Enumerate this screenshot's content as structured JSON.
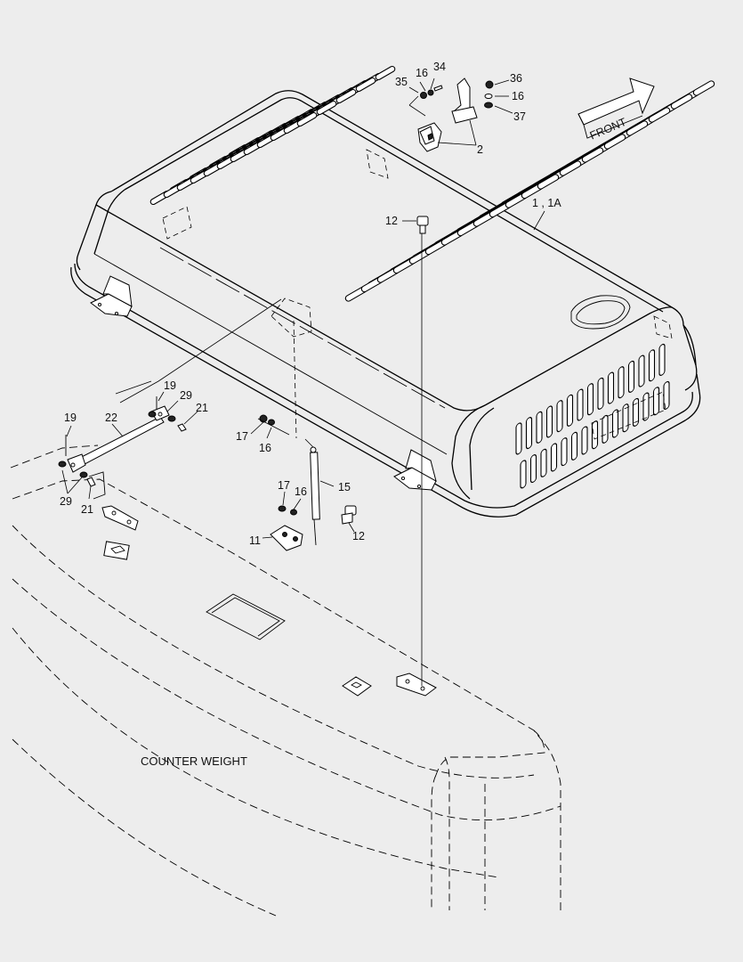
{
  "front_arrow": {
    "label": "FRONT"
  },
  "counterweight": {
    "label": "COUNTER WEIGHT"
  },
  "callouts": {
    "c16a": "16",
    "c34": "34",
    "c35": "35",
    "c2": "2",
    "c36": "36",
    "c16b": "16",
    "c37": "37",
    "c1": "1 , 1A",
    "c12a": "12",
    "c19a": "19",
    "c29a": "29",
    "c21a": "21",
    "c19b": "19",
    "c22": "22",
    "c17a": "17",
    "c16c": "16",
    "c29b": "29",
    "c21b": "21",
    "c17b": "17",
    "c16d": "16",
    "c15": "15",
    "c11": "11",
    "c12b": "12"
  }
}
